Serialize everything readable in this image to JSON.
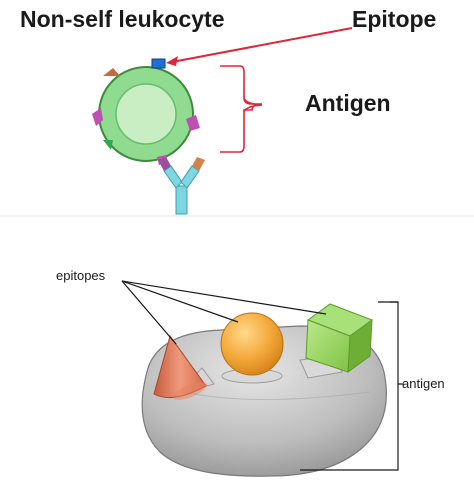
{
  "top_panel": {
    "title": "Non-self leukocyte",
    "epitope_label": "Epitope",
    "antigen_label": "Antigen"
  },
  "bottom_panel": {
    "epitopes_label": "epitopes",
    "antigen_label": "antigen"
  },
  "colors": {
    "cell_outer": "#8fdb8f",
    "cell_inner": "#c9eec4",
    "epitope_blue": "#1f6fd6",
    "arrow_red": "#e0263a",
    "antibody_cyan": "#7ed6e3",
    "antibody_purple": "#9b4f9f",
    "cone": "#e07a5a",
    "sphere": "#f4a93a",
    "block": "#8fd14f",
    "base": "#b8b8b8"
  }
}
